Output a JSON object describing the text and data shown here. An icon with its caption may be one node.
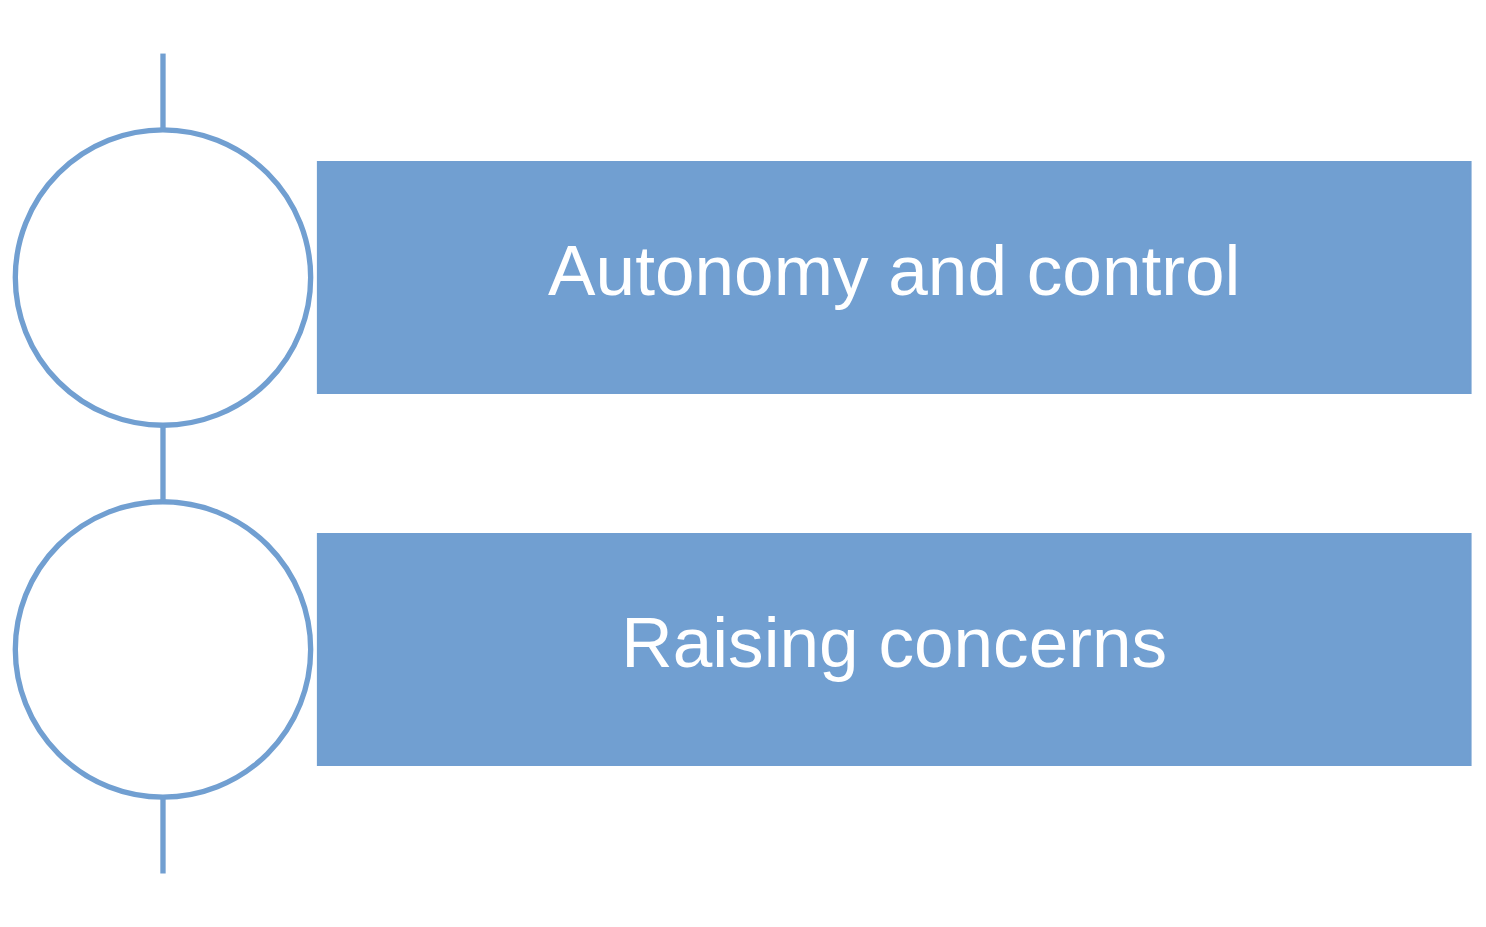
{
  "diagram": {
    "nodes": [
      {
        "text": [],
        "shape": "circle"
      },
      {
        "text": [
          "Autonomy and control"
        ]
      },
      {
        "text": [],
        "shape": "circle"
      },
      {
        "text": [
          "Raising concerns"
        ]
      }
    ],
    "edges": [
      {
        "from": null,
        "to": 0,
        "arrow": "none"
      },
      {
        "from": 0,
        "to": 2,
        "arrow": "none"
      },
      {
        "from": 2,
        "to": null,
        "arrow": "none"
      }
    ]
  }
}
